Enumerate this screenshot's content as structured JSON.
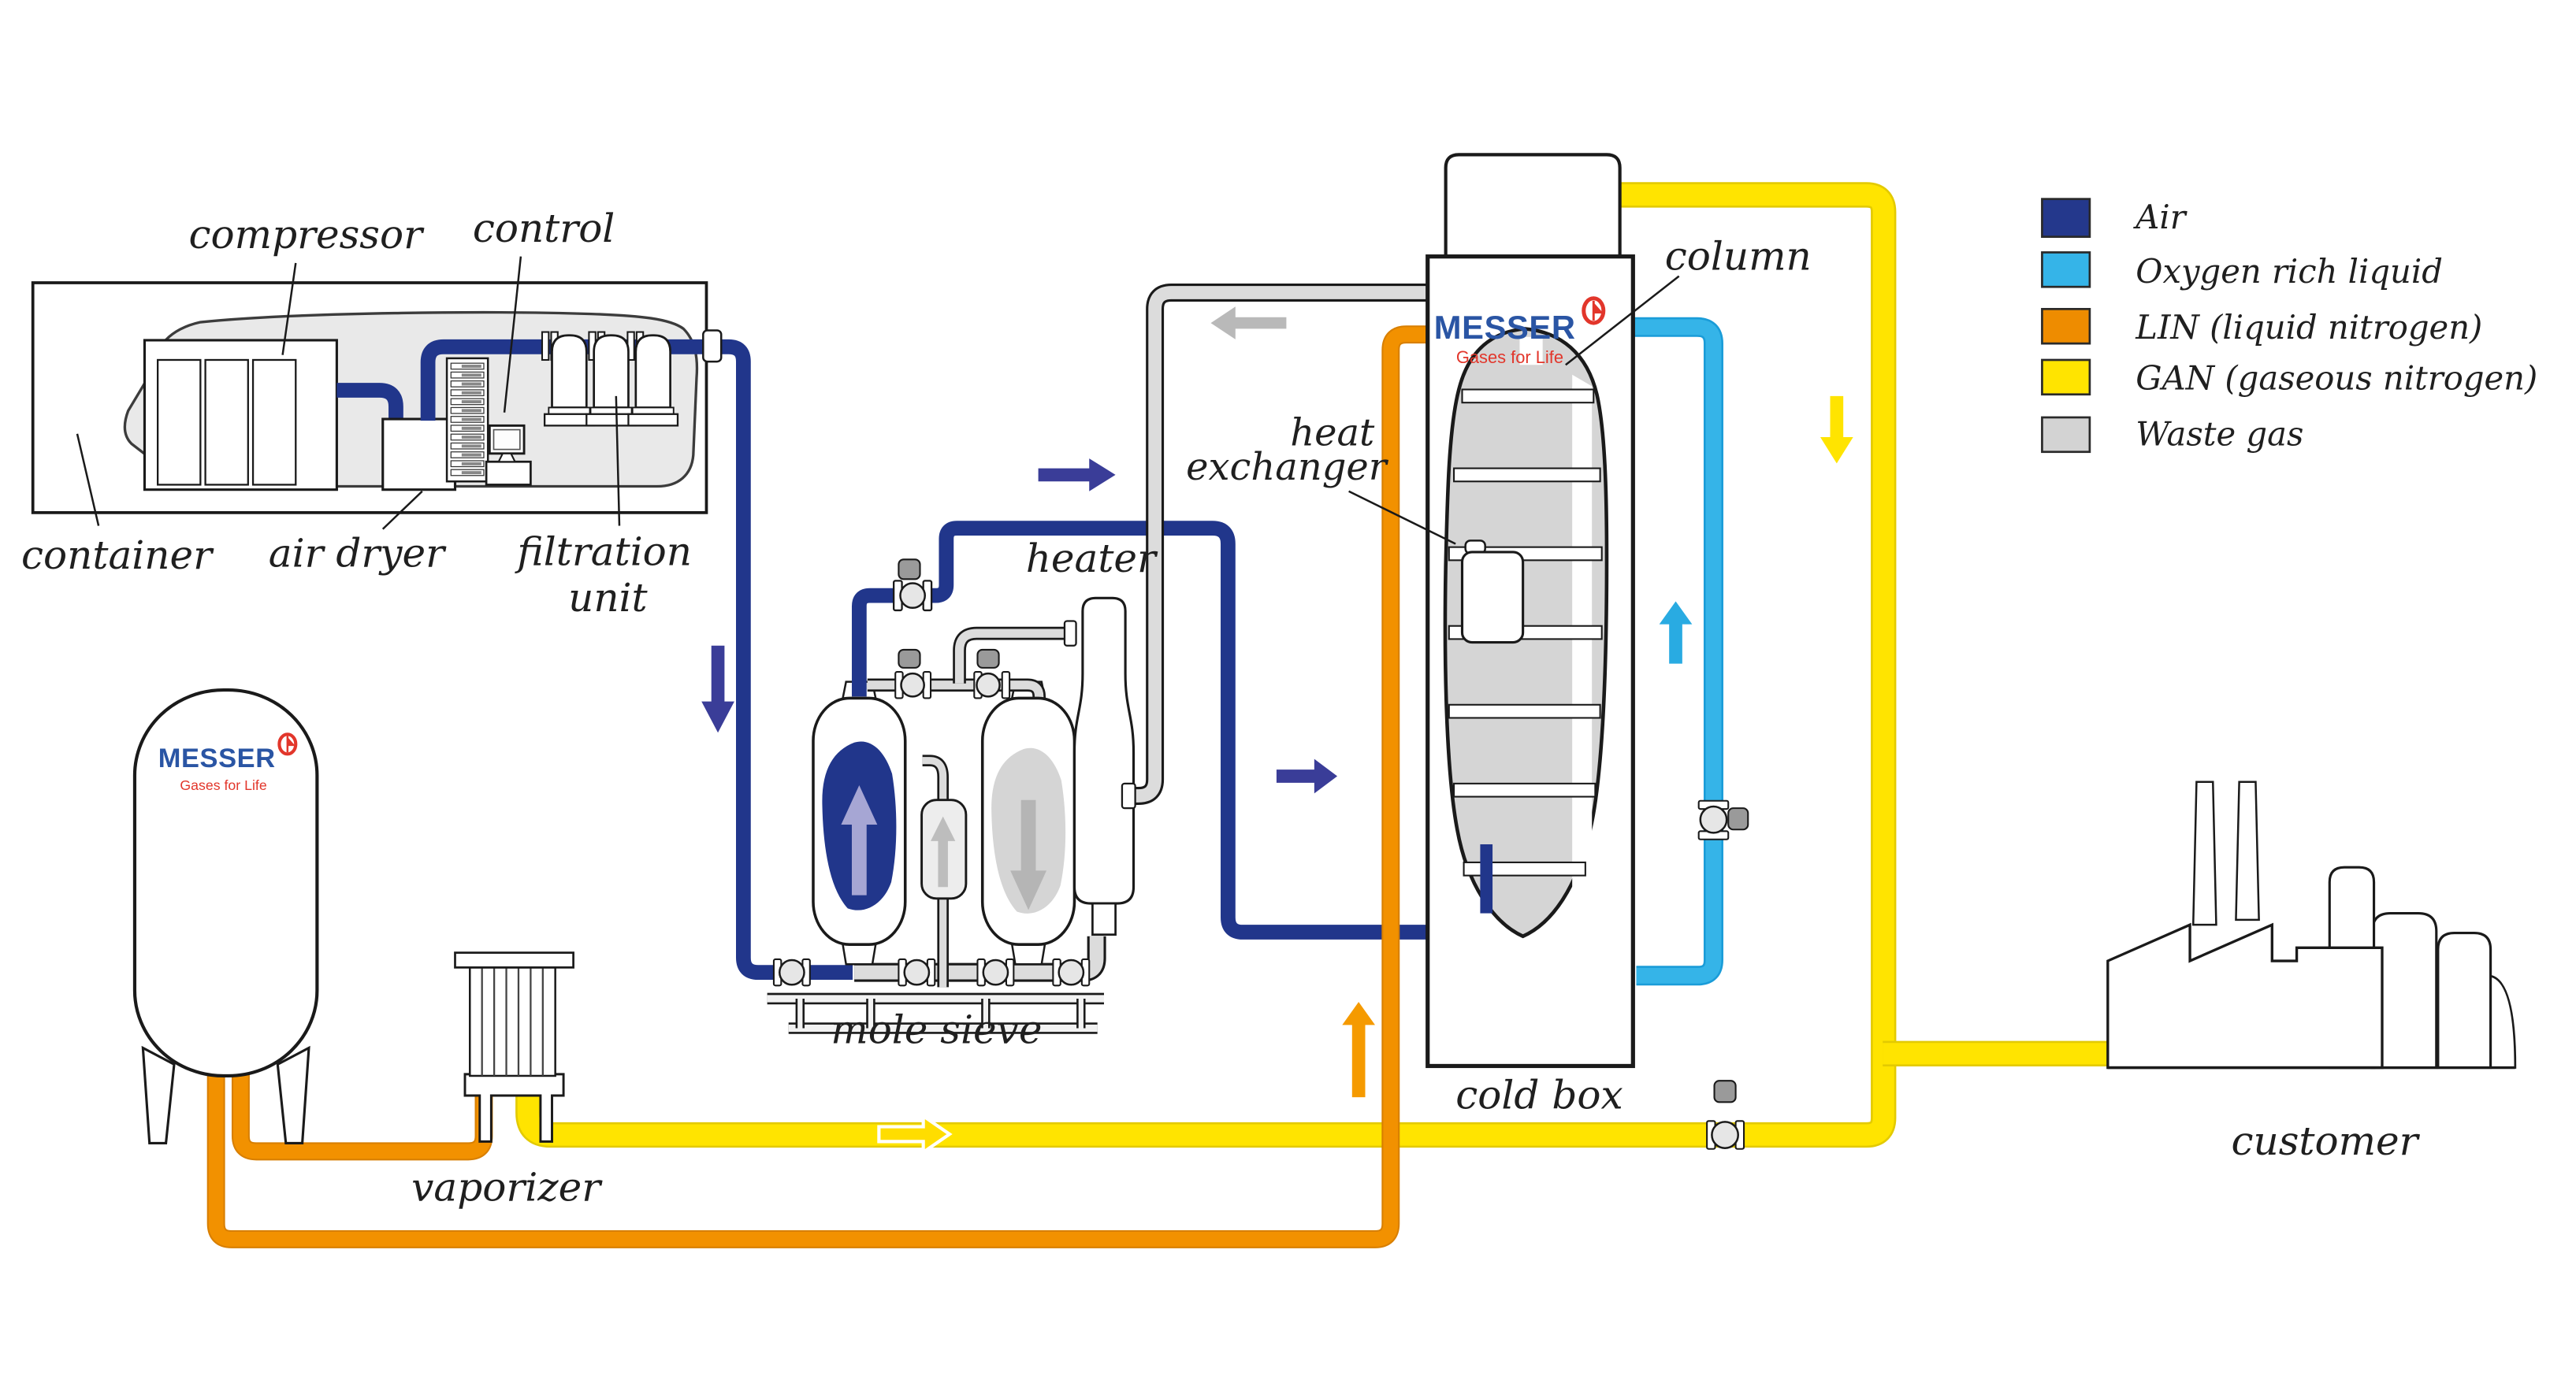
{
  "labels": {
    "container": "container",
    "compressor": "compressor",
    "control": "control",
    "air_dryer": "air dryer",
    "filtration_line1": "filtration",
    "filtration_line2": "unit",
    "mole_sieve": "mole sieve",
    "heater": "heater",
    "heat_exchanger_line1": "heat",
    "heat_exchanger_line2": "exchanger",
    "column": "column",
    "cold_box": "cold box",
    "vaporizer": "vaporizer",
    "customer": "customer"
  },
  "brand": {
    "name": "MESSER",
    "tagline": "Gases for Life",
    "blue": "#2A55A4",
    "red": "#E2362B"
  },
  "legend": {
    "items": [
      {
        "label": "Air",
        "color": "#24388C"
      },
      {
        "label": "Oxygen rich liquid",
        "color": "#35B4E8"
      },
      {
        "label": "LIN (liquid nitrogen)",
        "color": "#EE8C00"
      },
      {
        "label": "GAN (gaseous nitrogen)",
        "color": "#FFE400"
      },
      {
        "label": "Waste gas",
        "color": "#D3D3D3"
      }
    ]
  },
  "colors": {
    "air_pipe": "#21368B",
    "oxygen_pipe": "#2FAFE3",
    "lin_pipe": "#F29100",
    "gan_pipe": "#FFE400",
    "waste_pipe": "#DCDCDC",
    "arrow_navy": "#3A3D98",
    "arrow_gray": "#B9B9B9",
    "arrow_lightblue": "#29ABE2",
    "arrow_orange": "#F59A00",
    "arrow_yellow": "#FFE400"
  }
}
